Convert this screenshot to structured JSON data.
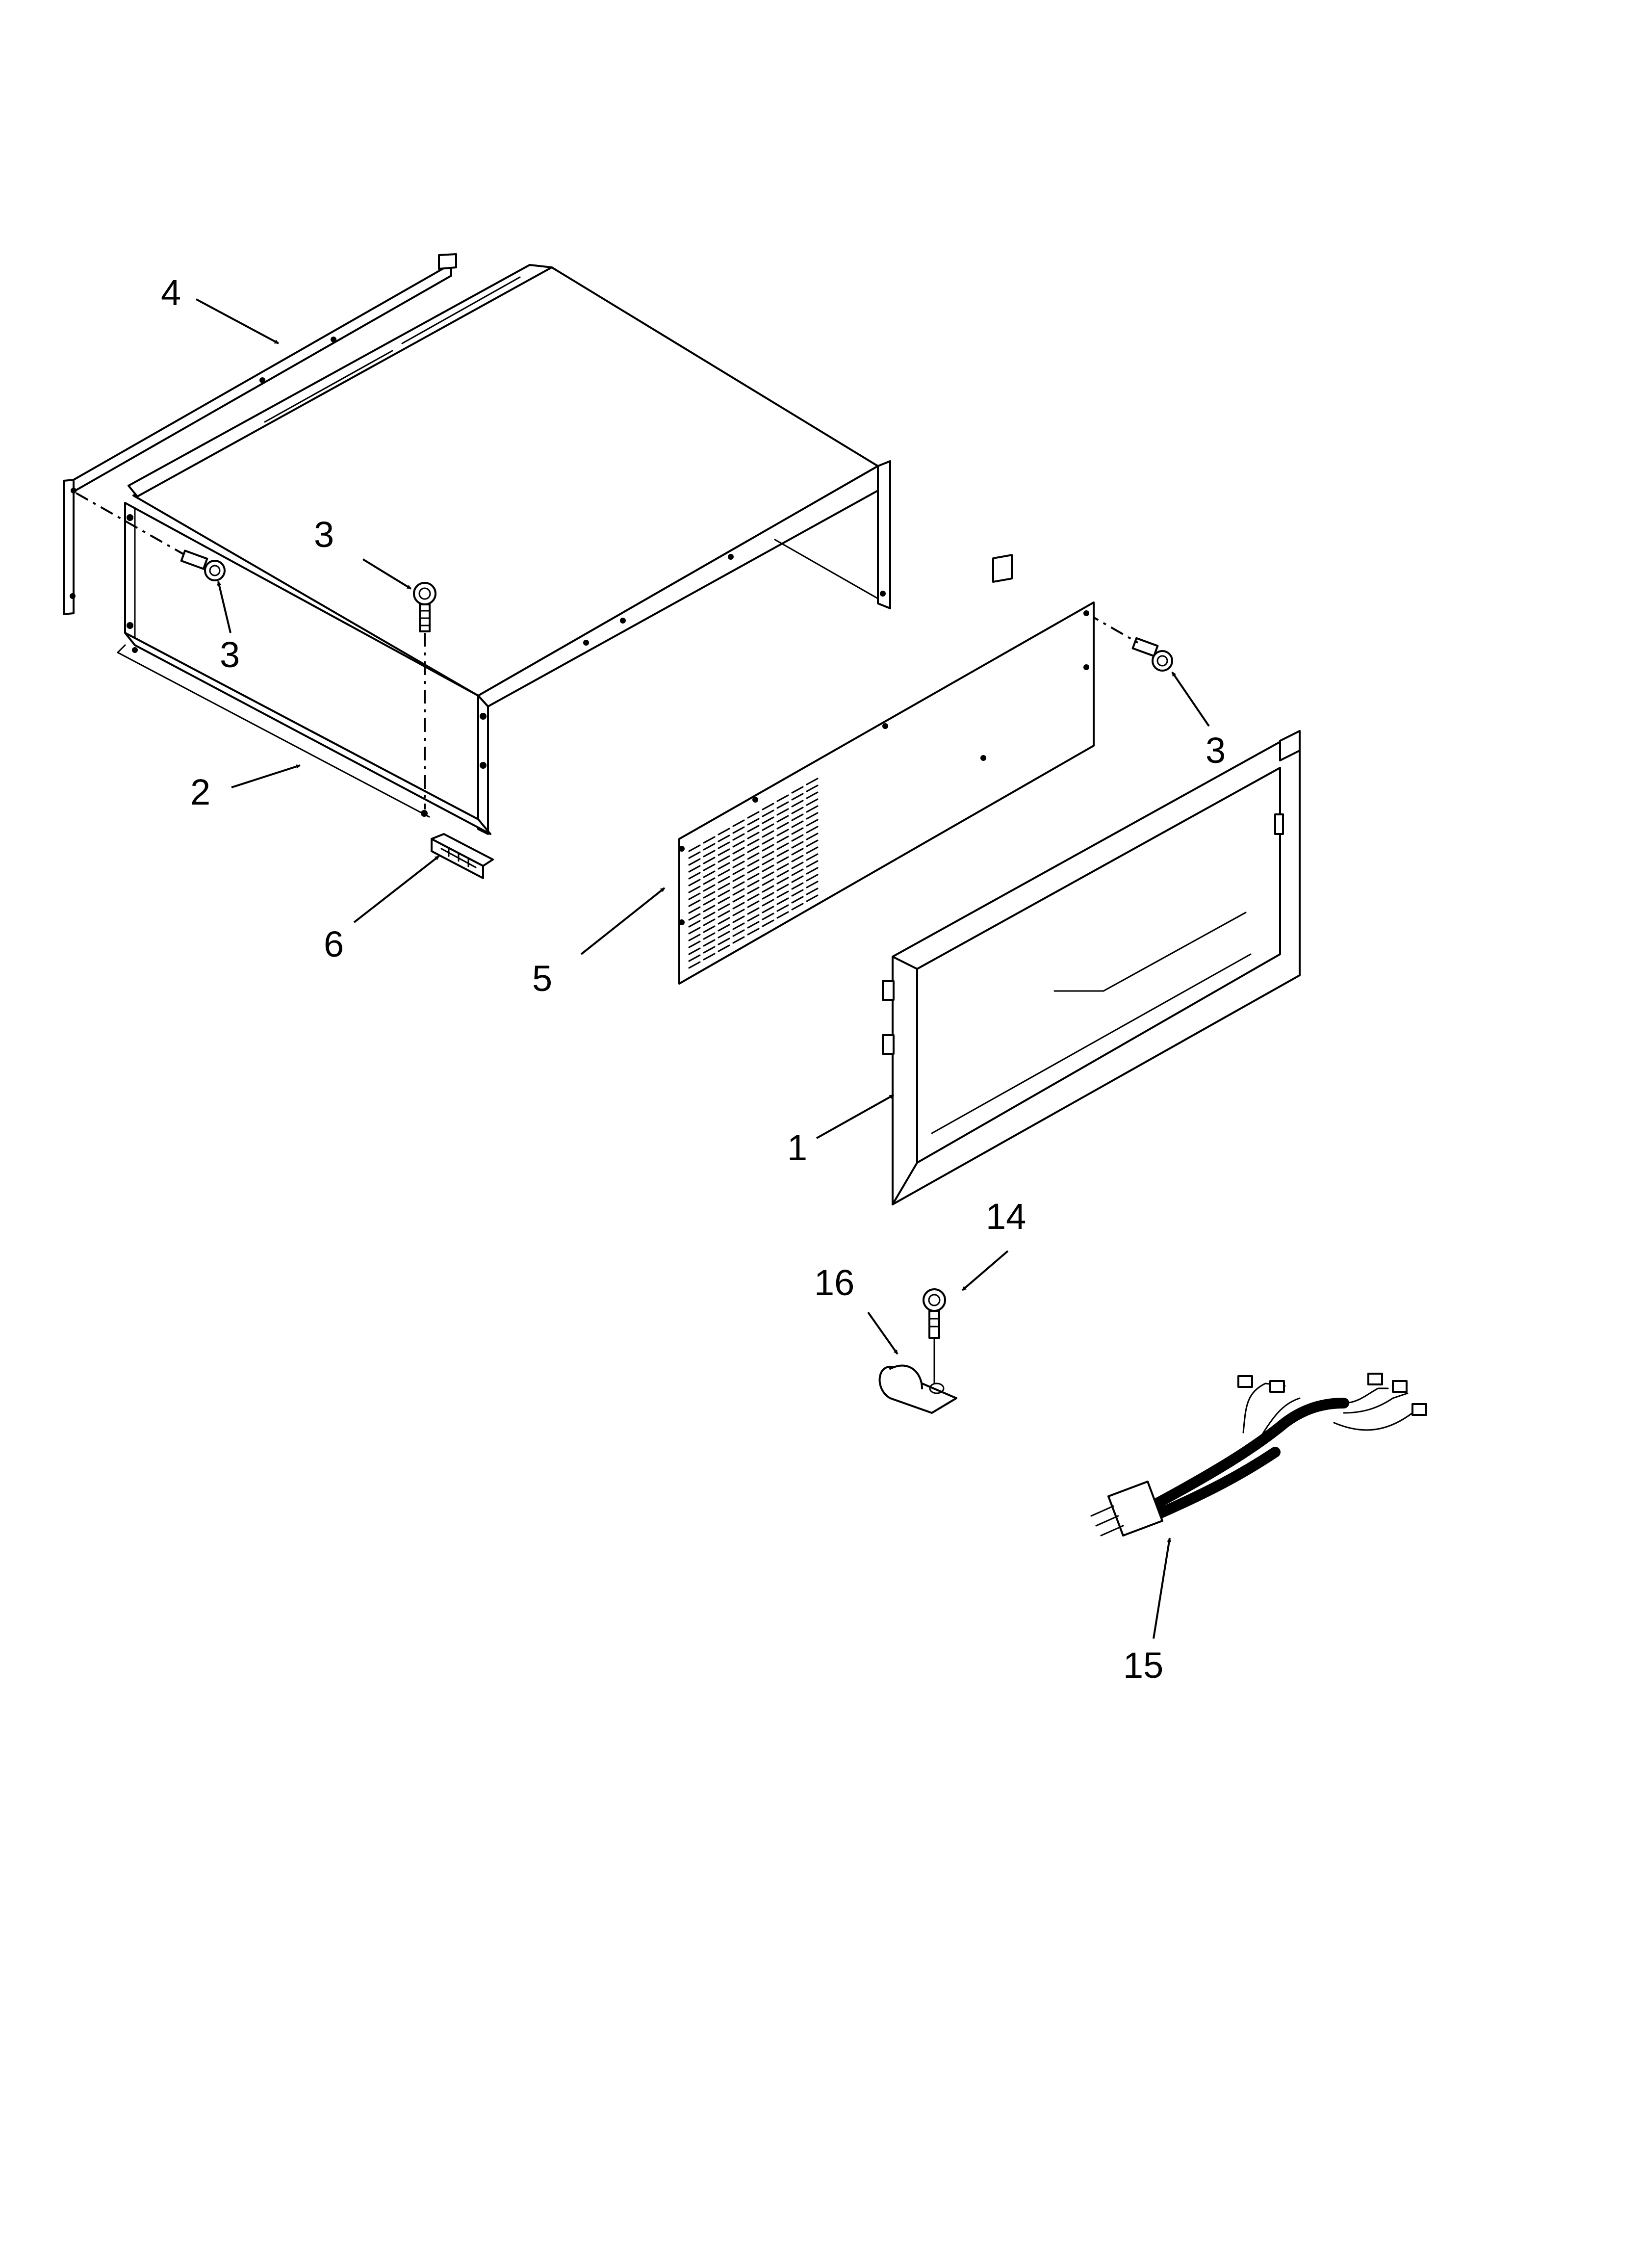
{
  "callouts": {
    "c4": "4",
    "c3_left_upper": "3",
    "c3_left_lower": "3",
    "c2": "2",
    "c6": "6",
    "c5": "5",
    "c3_right": "3",
    "c1": "1",
    "c14": "14",
    "c16": "16",
    "c15": "15"
  }
}
